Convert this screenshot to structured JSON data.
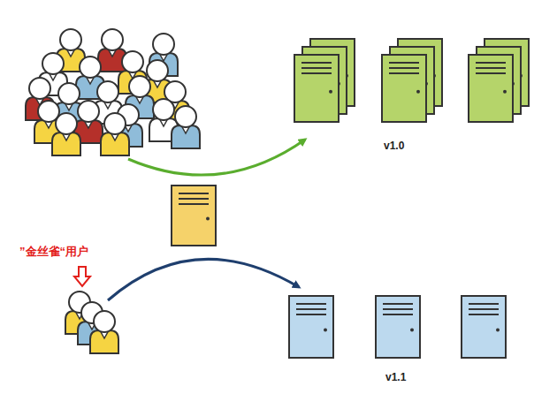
{
  "diagram": {
    "labels": [
      "”金丝雀“用户",
      "v1.0",
      "v1.1"
    ]
  }
}
